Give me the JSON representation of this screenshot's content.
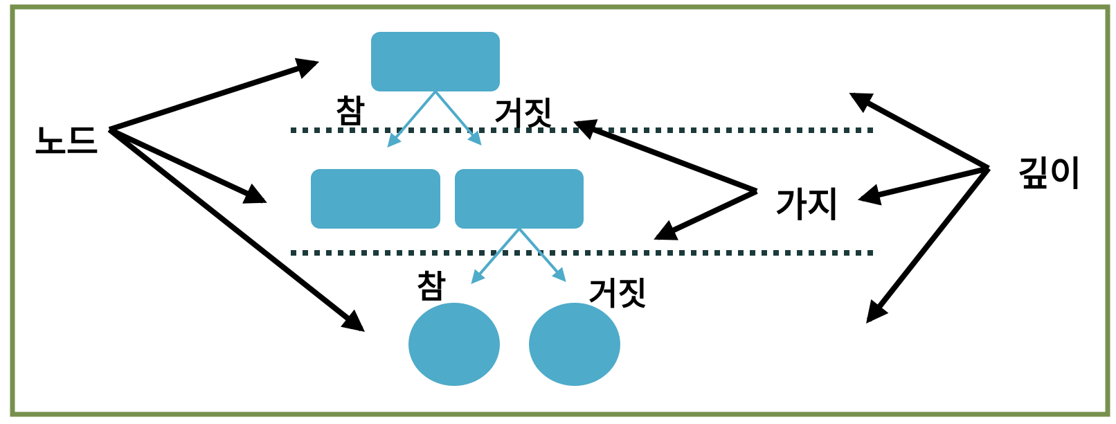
{
  "colors": {
    "frame": "#77904d",
    "node": "#4eabc9",
    "branch_arrow": "#4eabc9",
    "pointer_arrow": "#000000",
    "depth_line": "#1c3a3a"
  },
  "labels": {
    "node": "노드",
    "branch": "가지",
    "depth": "깊이",
    "true_top": "참",
    "false_top": "거짓",
    "true_bottom": "참",
    "false_bottom": "거짓"
  }
}
